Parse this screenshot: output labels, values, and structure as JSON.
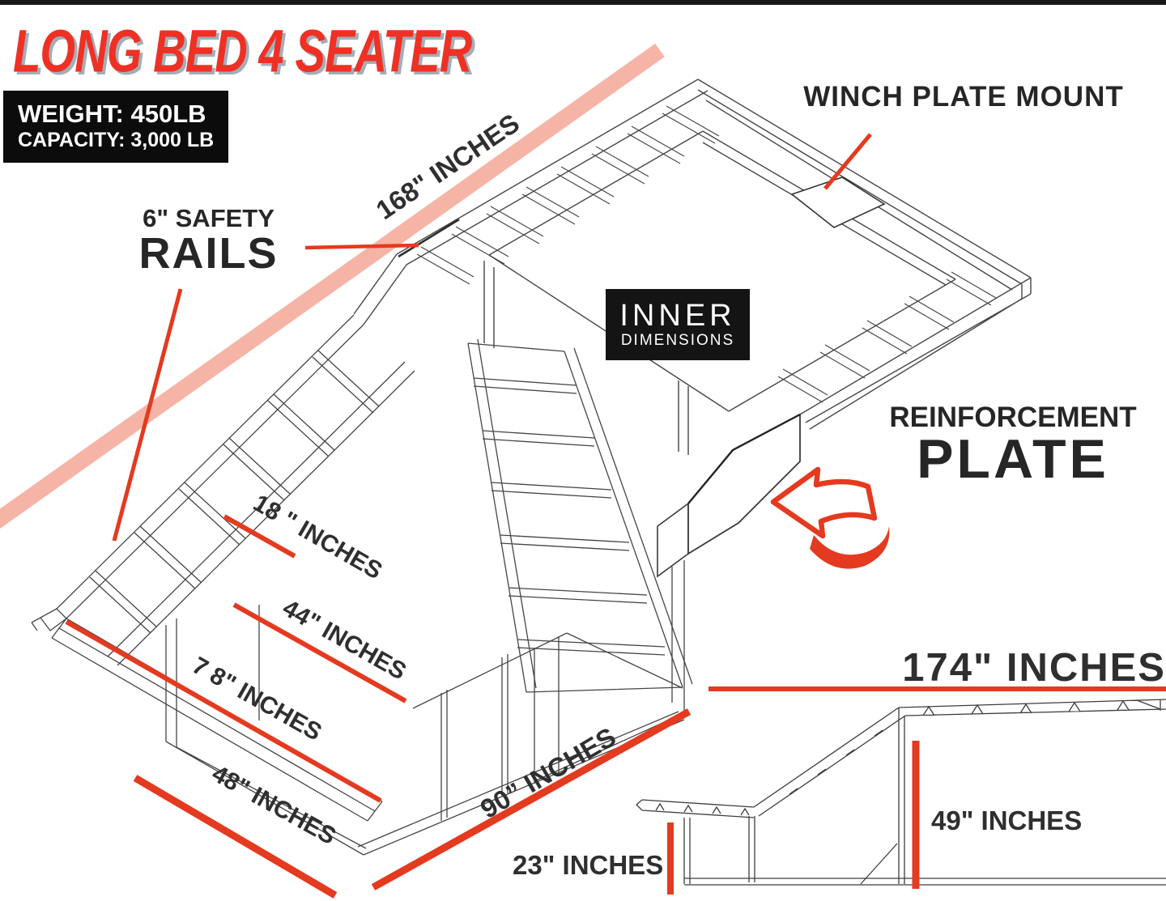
{
  "colors": {
    "accent_red": "#E43A1F",
    "title_red": "#EE3124",
    "pink_band": "#F6B4A6",
    "ink": "#262626",
    "frame_stroke": "#454545",
    "panel_black": "#0C0C0C"
  },
  "header": {
    "title": "LONG BED 4 SEATER",
    "weight": "WEIGHT: 450LB",
    "capacity": "CAPACITY: 3,000 LB"
  },
  "callouts": {
    "winch": "WINCH PLATE MOUNT",
    "safety_top": "6\" SAFETY",
    "safety_bottom": "RAILS",
    "inner_top": "INNER",
    "inner_bottom": "DIMENSIONS",
    "reinforcement_top": "REINFORCEMENT",
    "reinforcement_bottom": "PLATE"
  },
  "dimensions": {
    "d168": "168\" INCHES",
    "d18": "18 \" INCHES",
    "d44": "44\" INCHES",
    "d78": "7 8\" INCHES",
    "d48": "48\" INCHES",
    "d90": "90” INCHES",
    "d174": "174\" INCHES",
    "d49": "49\" INCHES",
    "d23": "23\" INCHES"
  }
}
